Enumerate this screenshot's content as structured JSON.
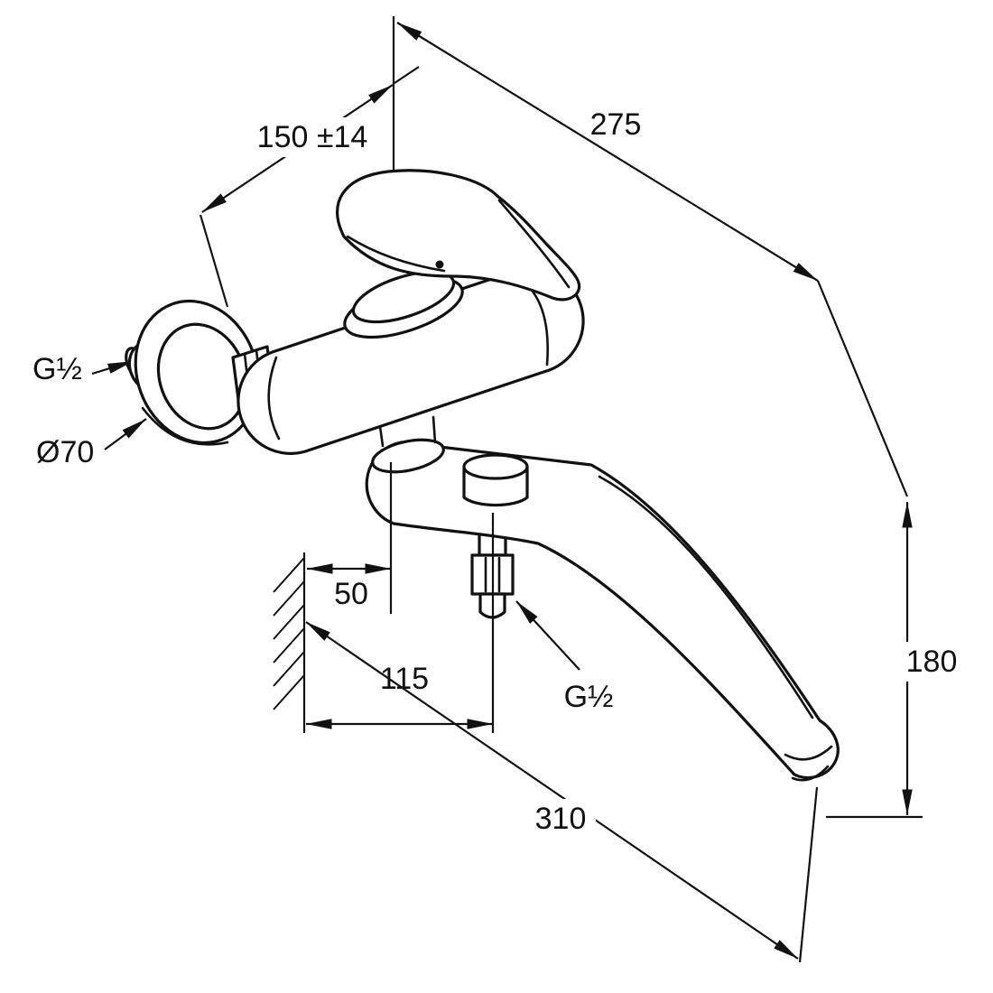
{
  "page": {
    "background": "#ffffff",
    "line_color": "#111111",
    "description": "Technical dimension drawing of a wall-mounted single-lever bath/sink mixer faucet with long swivel spout"
  },
  "labels": {
    "dim_150": "150 ±14",
    "dim_275": "275",
    "dim_180": "180",
    "dim_310": "310",
    "dim_115": "115",
    "dim_50": "50",
    "thread_top": "G½",
    "thread_bottom": "G½",
    "diameter": "Ø70"
  }
}
